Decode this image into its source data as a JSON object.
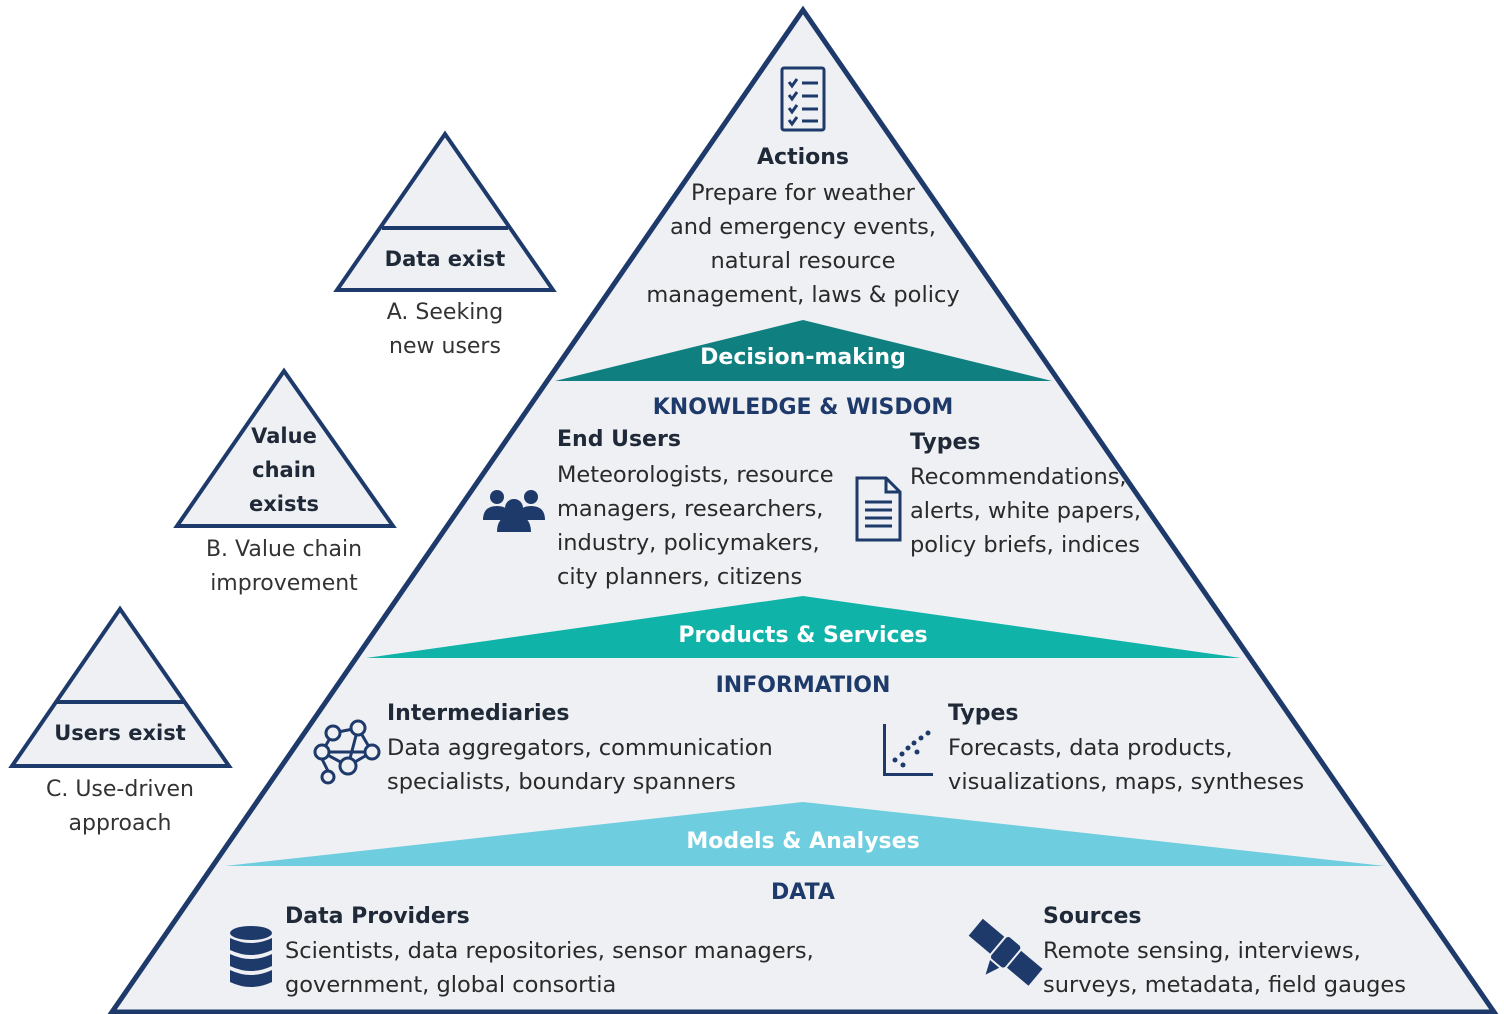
{
  "apex": {
    "title": "Actions",
    "lines": [
      "Prepare for weather",
      "and emergency events,",
      "natural resource",
      "management, laws & policy"
    ]
  },
  "bands": {
    "decision": "Decision-making",
    "products": "Products & Services",
    "models": "Models & Analyses"
  },
  "knowledge": {
    "heading": "KNOWLEDGE & WISDOM",
    "left": {
      "title": "End Users",
      "lines": [
        "Meteorologists, resource",
        "managers, researchers,",
        "industry, policymakers,",
        "city planners, citizens"
      ]
    },
    "right": {
      "title": "Types",
      "lines": [
        "Recommendations,",
        "alerts, white papers,",
        "policy briefs, indices"
      ]
    }
  },
  "information": {
    "heading": "INFORMATION",
    "left": {
      "title": "Intermediaries",
      "lines": [
        "Data aggregators, communication",
        "specialists, boundary spanners"
      ]
    },
    "right": {
      "title": "Types",
      "lines": [
        "Forecasts, data products,",
        "visualizations, maps, syntheses"
      ]
    }
  },
  "data": {
    "heading": "DATA",
    "left": {
      "title": "Data Providers",
      "lines": [
        "Scientists, data repositories, sensor managers,",
        "government, global consortia"
      ]
    },
    "right": {
      "title": "Sources",
      "lines": [
        "Remote sensing, interviews,",
        "surveys, metadata, field gauges"
      ]
    }
  },
  "approaches": {
    "a": {
      "label": "Data exist",
      "caption": [
        "A. Seeking",
        "new users"
      ]
    },
    "b": {
      "label": [
        "Value",
        "chain",
        "exists"
      ],
      "caption": [
        "B. Value chain",
        "improvement"
      ]
    },
    "c": {
      "label": "Users exist",
      "caption": [
        "C. Use-driven",
        "approach"
      ]
    }
  },
  "icons": {
    "apex": "checklist-icon",
    "end_users": "people-group-icon",
    "knowledge_types": "document-icon",
    "intermediaries": "network-icon",
    "information_types": "scatter-plot-icon",
    "providers": "database-icon",
    "sources": "satellite-icon"
  },
  "colors": {
    "outline": "#1e3a6b",
    "fill": "#eef0f3",
    "decision_band": "#0f7f80",
    "products_band": "#10b3a8",
    "models_band": "#6ecdde"
  }
}
